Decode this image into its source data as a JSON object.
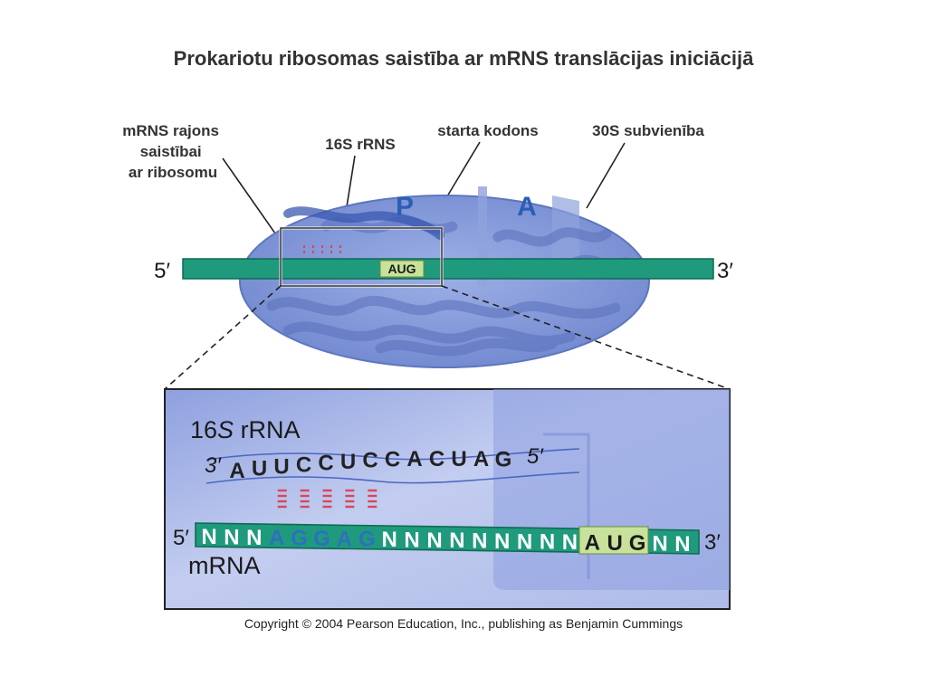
{
  "title": "Prokariotu ribosomas saistība ar mRNS translācijas iniciācijā",
  "callouts": {
    "binding_region": [
      "mRNS rajons",
      "saistībai",
      "ar ribosomu"
    ],
    "rrna_16s": "16S rRNS",
    "start_codon": "starta kodons",
    "subunit_30s": "30S subvienība"
  },
  "ribosome": {
    "site_p": "P",
    "site_a": "A",
    "mrna_5_end": "5′",
    "mrna_3_end": "3′",
    "codon_label": "AUG"
  },
  "inset": {
    "rrna_label": "16S rRNA",
    "rrna_label_prefix": "16",
    "rrna_label_italic": "S",
    "rrna_label_suffix": " rRNA",
    "rrna_3_end": "3′",
    "rrna_5_end": "5′",
    "rrna_bases": [
      "A",
      "U",
      "U",
      "C",
      "C",
      "U",
      "C",
      "C",
      "A",
      "C",
      "U",
      "A",
      "G"
    ],
    "mrna_label": "mRNA",
    "mrna_5_end": "5′",
    "mrna_3_end": "3′",
    "mrna_bases": [
      "N",
      "N",
      "N",
      "A",
      "G",
      "G",
      "A",
      "G",
      "N",
      "N",
      "N",
      "N",
      "N",
      "N",
      "N",
      "N",
      "N",
      "A",
      "U",
      "G",
      "N",
      "N"
    ],
    "shine_dalgarno_positions": [
      3,
      4,
      5,
      6,
      7
    ],
    "start_codon_positions": [
      17,
      18,
      19
    ],
    "pairing_positions": [
      3,
      4,
      5,
      6,
      7
    ]
  },
  "colors": {
    "ribosome_fill": "#7d93d6",
    "ribosome_stroke": "#5e76bf",
    "mrna_strand": "#1f9a7c",
    "mrna_stroke": "#0f6b55",
    "codon_highlight": "#c9e29b",
    "base_pair_dashes": "#d9475a",
    "inset_background": "#b8c3ea",
    "shine_dalgarno_text": "#2f6fbf",
    "rrna_bases_text": "#222222"
  },
  "copyright": "Copyright © 2004 Pearson Education, Inc., publishing as Benjamin Cummings"
}
